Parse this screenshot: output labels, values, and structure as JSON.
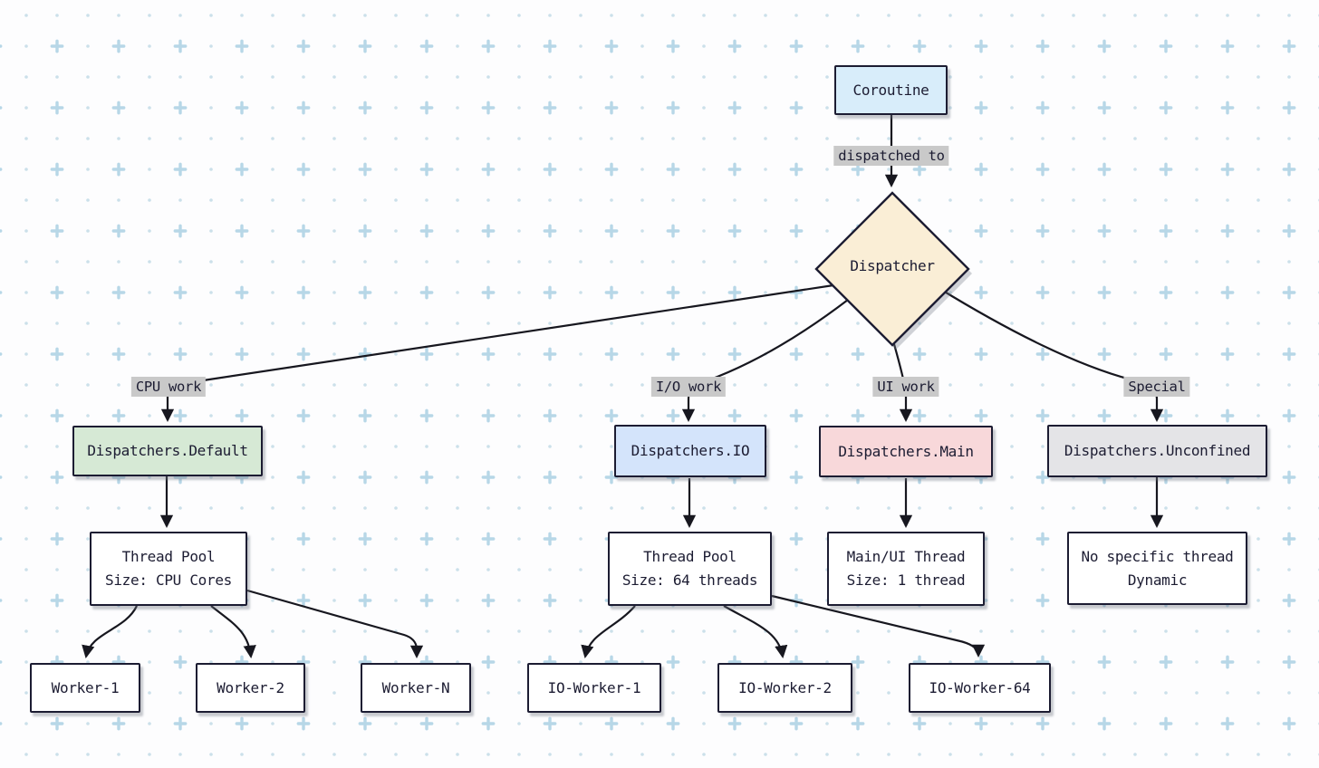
{
  "diagram": {
    "nodes": {
      "coroutine": {
        "label": "Coroutine"
      },
      "dispatcher": {
        "label": "Dispatcher"
      },
      "dispatchers_default": {
        "label": "Dispatchers.Default"
      },
      "dispatchers_io": {
        "label": "Dispatchers.IO"
      },
      "dispatchers_main": {
        "label": "Dispatchers.Main"
      },
      "dispatchers_unconfined": {
        "label": "Dispatchers.Unconfined"
      },
      "default_pool": {
        "lines": [
          "Thread Pool",
          "Size: CPU Cores"
        ]
      },
      "io_pool": {
        "lines": [
          "Thread Pool",
          "Size: 64 threads"
        ]
      },
      "main_thread": {
        "lines": [
          "Main/UI Thread",
          "Size: 1 thread"
        ]
      },
      "unconfined_thread": {
        "lines": [
          "No specific thread",
          "Dynamic"
        ]
      },
      "worker_1": {
        "label": "Worker-1"
      },
      "worker_2": {
        "label": "Worker-2"
      },
      "worker_n": {
        "label": "Worker-N"
      },
      "io_worker_1": {
        "label": "IO-Worker-1"
      },
      "io_worker_2": {
        "label": "IO-Worker-2"
      },
      "io_worker_64": {
        "label": "IO-Worker-64"
      }
    },
    "edge_labels": {
      "dispatched_to": "dispatched to",
      "cpu_work": "CPU work",
      "io_work": "I/O work",
      "ui_work": "UI work",
      "special": "Special"
    },
    "colors": {
      "background": "#fdfdfe",
      "dot": "#cbe0ea",
      "plus": "#b7d7e7",
      "border": "#1c1c32",
      "edge": "#17171f",
      "text": "#1c1c32",
      "label_bg": "#c9c9c9",
      "plain_fill": "#ffffff",
      "coroutine_fill": "#d8edfa",
      "dispatcher_fill": "#faeed6",
      "default_fill": "#d6e9d5",
      "io_fill": "#d4e4fb",
      "main_fill": "#f8d8da",
      "unconfined_fill": "#e4e4e7"
    }
  }
}
